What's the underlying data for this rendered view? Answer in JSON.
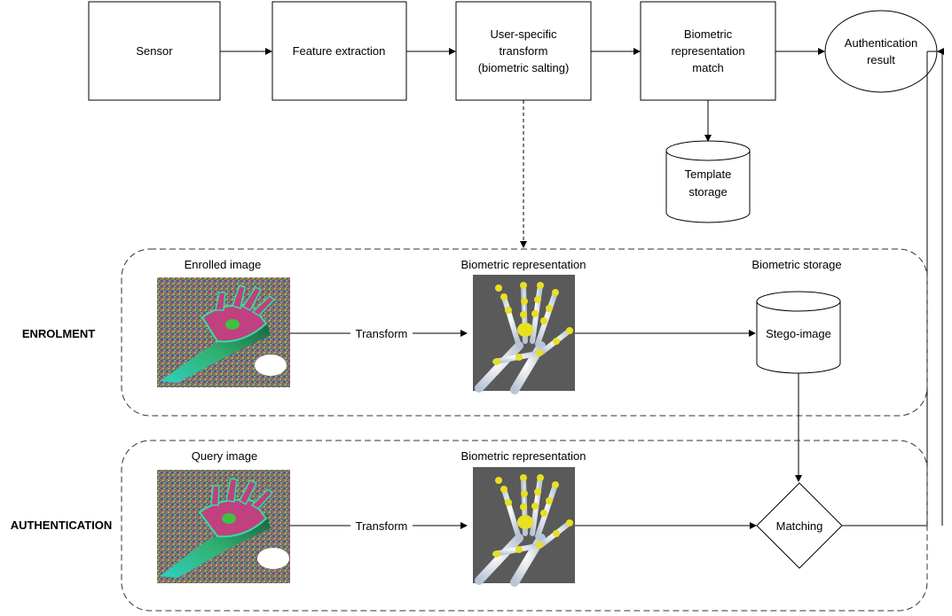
{
  "pipeline": {
    "sensor": "Sensor",
    "feature_extraction": "Feature extraction",
    "user_transform": [
      "User-specific",
      "transform",
      "(biometric salting)"
    ],
    "representation_match": [
      "Biometric",
      "representation",
      "match"
    ],
    "authentication_result": [
      "Authentication",
      "result"
    ],
    "template_storage": [
      "Template",
      "storage"
    ]
  },
  "enrolment": {
    "row_label": "ENROLMENT",
    "image_label": "Enrolled image",
    "transform_label": "Transform",
    "representation_label": "Biometric representation",
    "storage_label": "Biometric storage",
    "storage_item": "Stego-image"
  },
  "authentication": {
    "row_label": "AUTHENTICATION",
    "image_label": "Query image",
    "transform_label": "Transform",
    "representation_label": "Biometric representation",
    "matching_label": "Matching"
  }
}
